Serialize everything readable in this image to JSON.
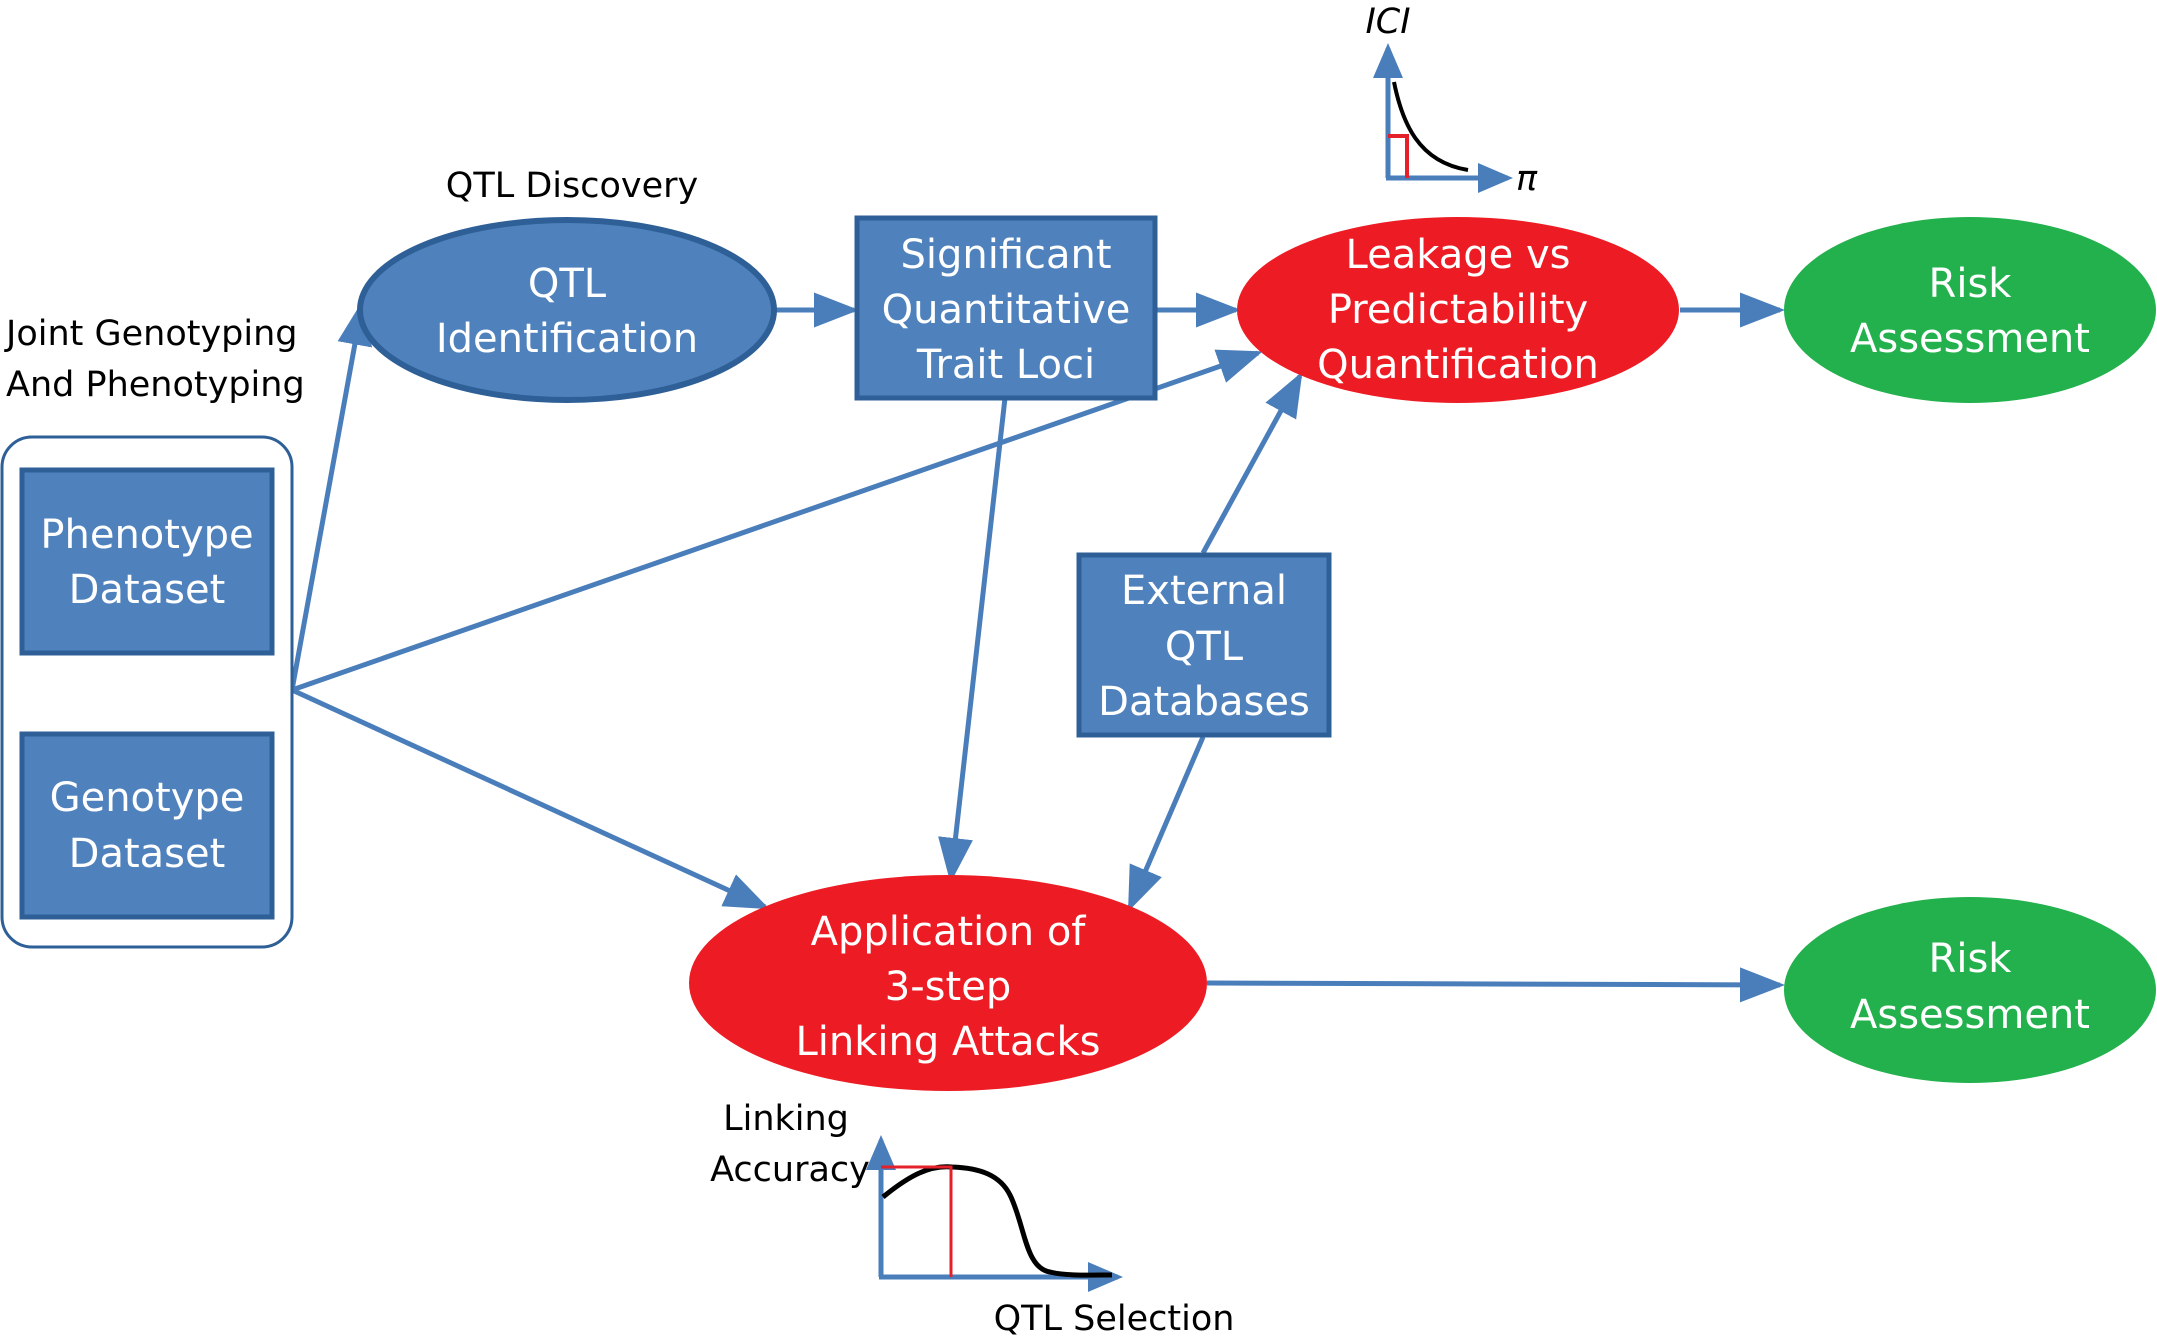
{
  "colors": {
    "blue": "#4f81bd",
    "blue_border": "#2e5f96",
    "arrow": "#4a7ebb",
    "red": "#ed1c24",
    "green": "#22b14c",
    "plot_red": "#e4212a"
  },
  "labels": {
    "joint_line1": "Joint Genotyping",
    "joint_line2": "And Phenotyping",
    "qtl_discovery": "QTL Discovery"
  },
  "nodes": {
    "phenotype": {
      "line1": "Phenotype",
      "line2": "Dataset"
    },
    "genotype": {
      "line1": "Genotype",
      "line2": "Dataset"
    },
    "qtl_identification": {
      "line1": "QTL",
      "line2": "Identification"
    },
    "significant_qtl": {
      "line1": "Significant",
      "line2": "Quantitative",
      "line3": "Trait Loci"
    },
    "leakage": {
      "line1": "Leakage vs",
      "line2": "Predictability",
      "line3": "Quantification"
    },
    "risk_top": {
      "line1": "Risk",
      "line2": "Assessment"
    },
    "external_db": {
      "line1": "External",
      "line2": "QTL",
      "line3": "Databases"
    },
    "linking_attacks": {
      "line1": "Application of",
      "line2": "3-step",
      "line3": "Linking Attacks"
    },
    "risk_bottom": {
      "line1": "Risk",
      "line2": "Assessment"
    }
  },
  "mini_plots": {
    "ici_plot": {
      "ylabel": "ICI",
      "xlabel": "π"
    },
    "linking_plot": {
      "ylabel_line1": "Linking",
      "ylabel_line2": "Accuracy",
      "xlabel": "QTL Selection"
    }
  }
}
